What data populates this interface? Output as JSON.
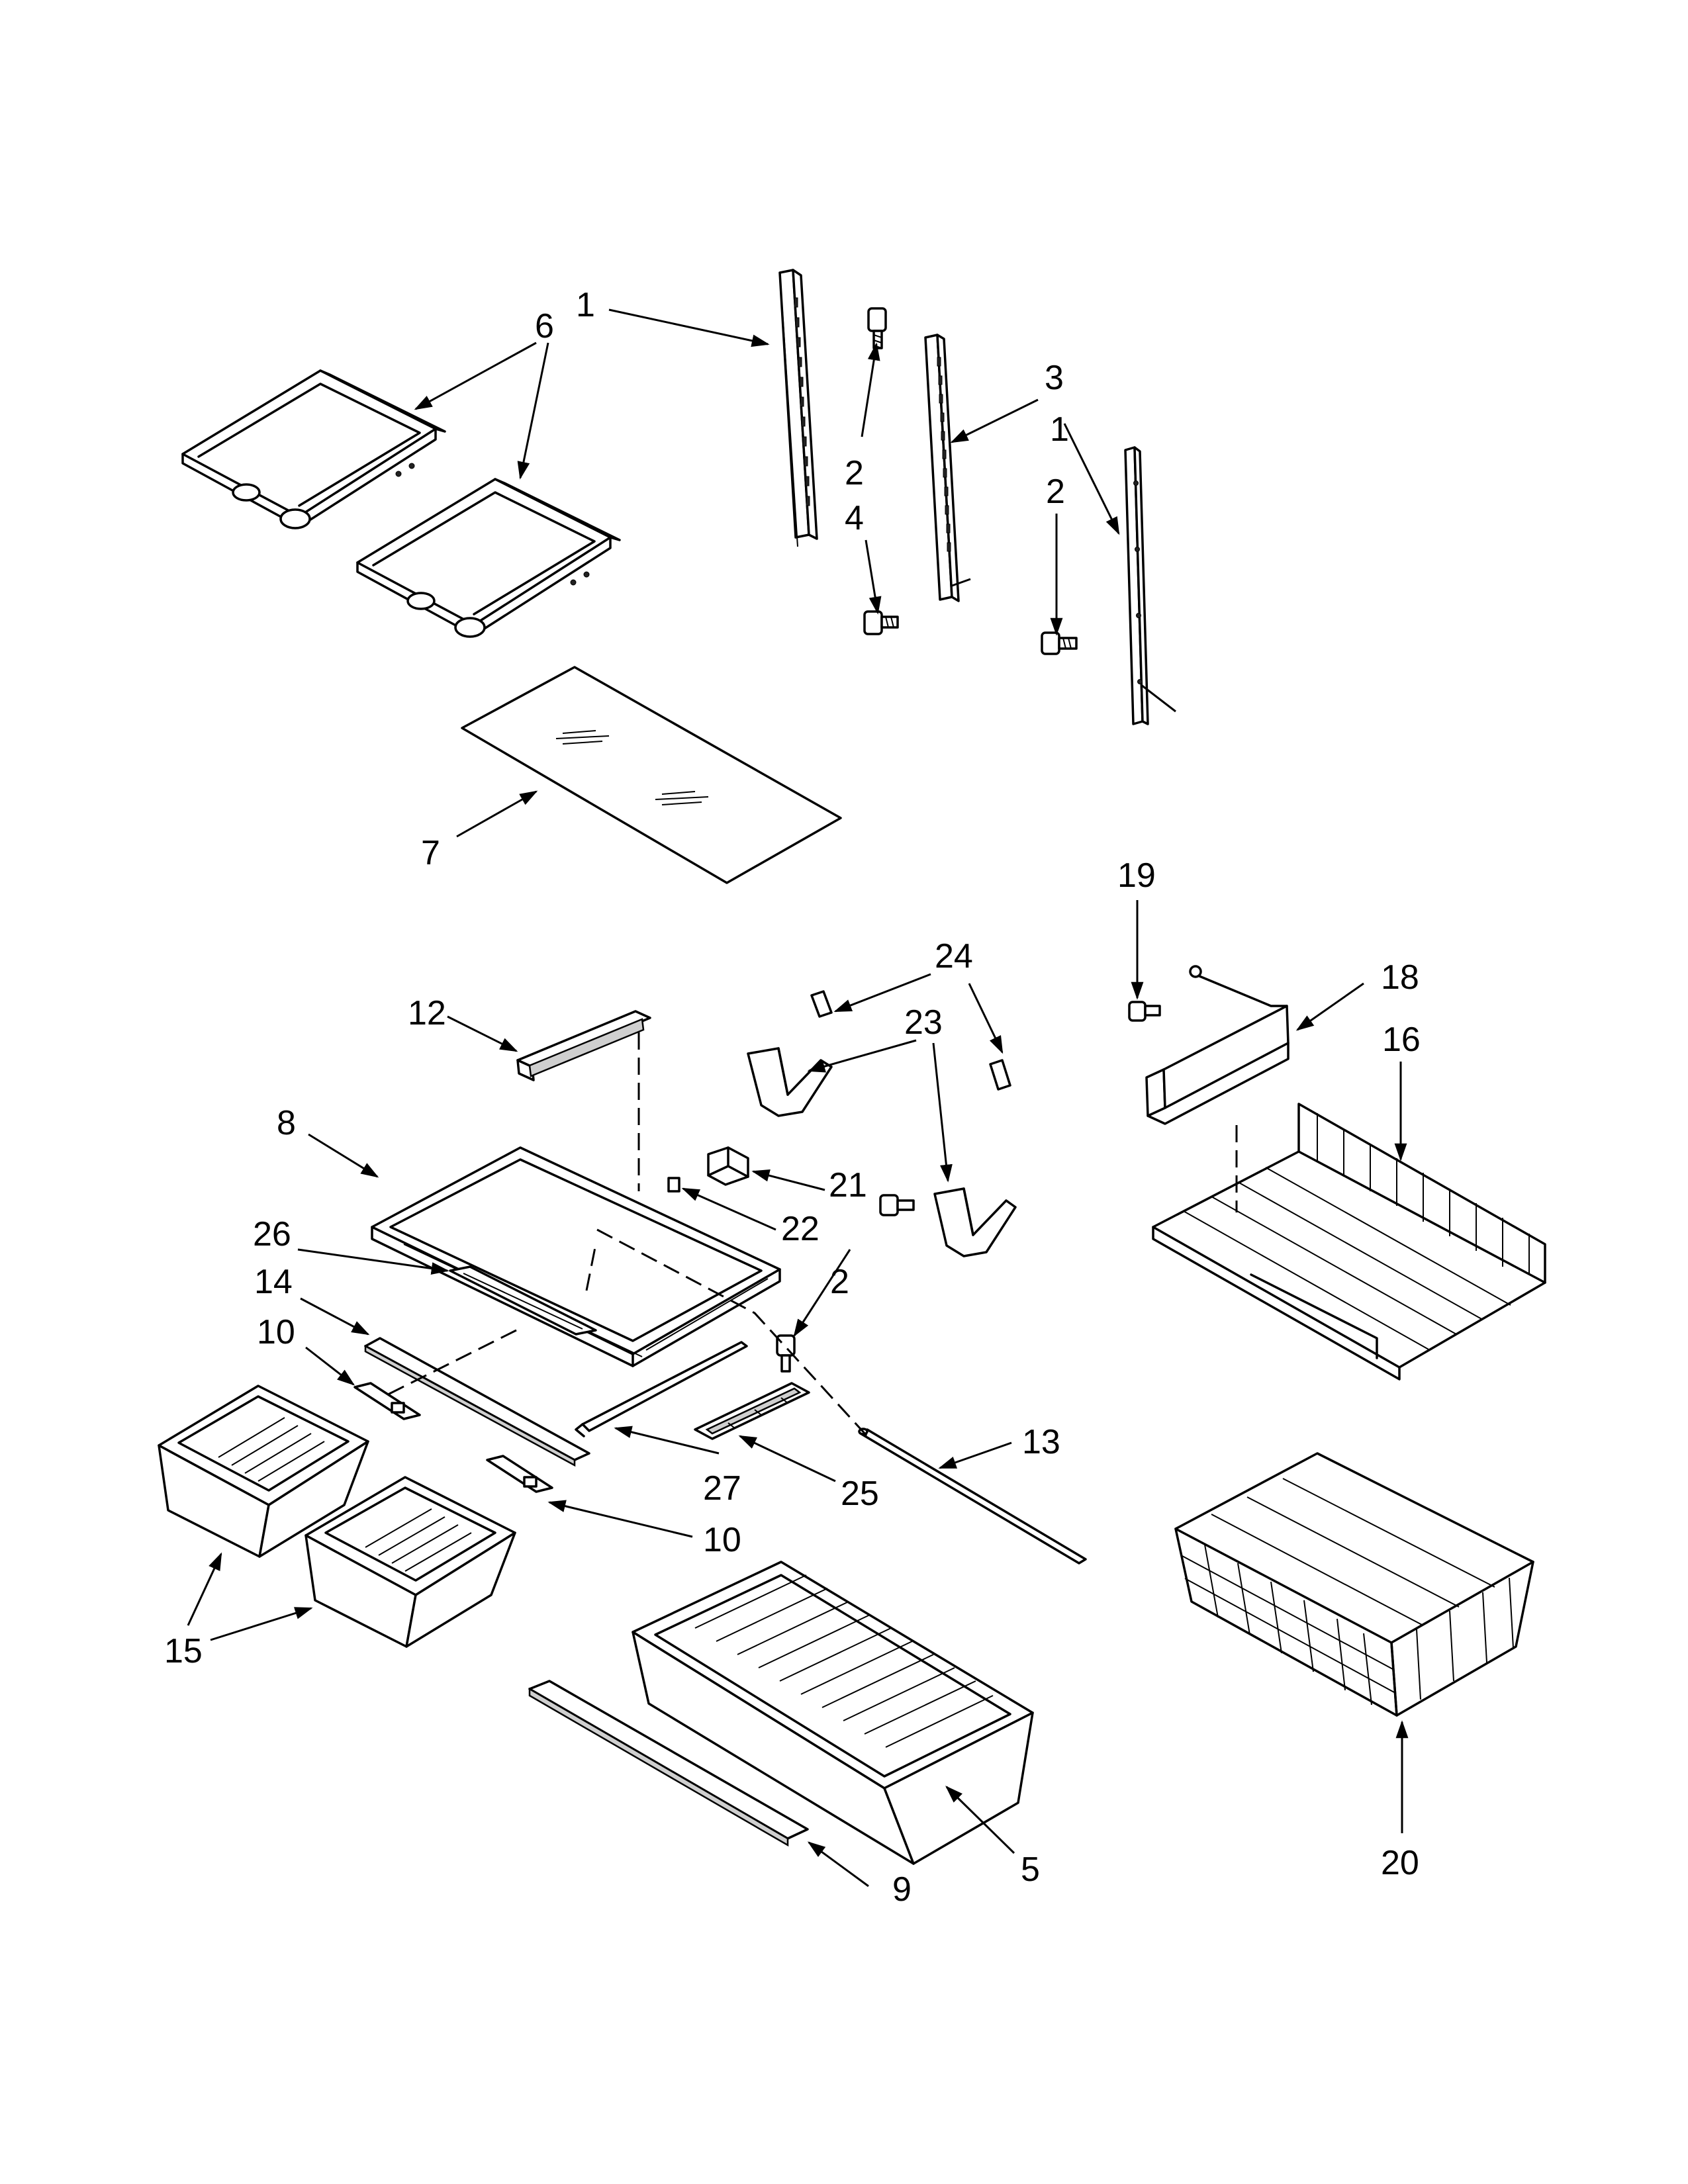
{
  "diagram": {
    "callouts": {
      "c1a": "1",
      "c1b": "1",
      "c2a": "2",
      "c2b": "2",
      "c2c": "2",
      "c3": "3",
      "c4": "4",
      "c5": "5",
      "c6": "6",
      "c7": "7",
      "c8": "8",
      "c9": "9",
      "c10a": "10",
      "c10b": "10",
      "c12": "12",
      "c13": "13",
      "c14": "14",
      "c15": "15",
      "c16": "16",
      "c18": "18",
      "c19": "19",
      "c20": "20",
      "c21": "21",
      "c22": "22",
      "c23": "23",
      "c24": "24",
      "c25": "25",
      "c26": "26",
      "c27": "27"
    }
  }
}
